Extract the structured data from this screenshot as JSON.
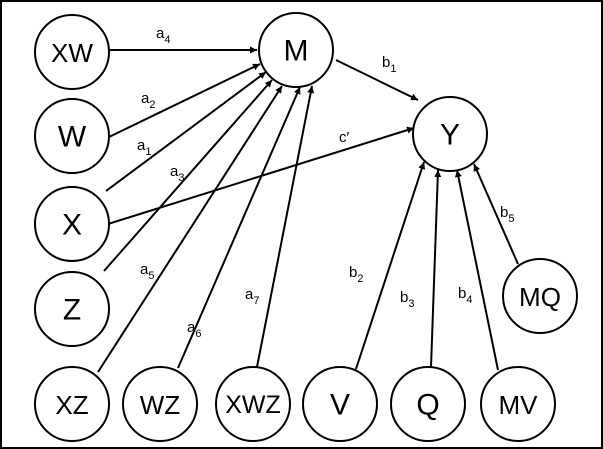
{
  "diagram": {
    "nodes": {
      "XW": "XW",
      "M": "M",
      "W": "W",
      "Y": "Y",
      "X": "X",
      "Z": "Z",
      "MQ": "MQ",
      "XZ": "XZ",
      "WZ": "WZ",
      "XWZ": "XWZ",
      "V": "V",
      "Q": "Q",
      "MV": "MV"
    },
    "edges": [
      {
        "from": "XW",
        "to": "M",
        "label": "a",
        "sub": "4"
      },
      {
        "from": "W",
        "to": "M",
        "label": "a",
        "sub": "2"
      },
      {
        "from": "X",
        "to": "M",
        "label": "a",
        "sub": "1"
      },
      {
        "from": "Z",
        "to": "M",
        "label": "a",
        "sub": "3"
      },
      {
        "from": "XZ",
        "to": "M",
        "label": "a",
        "sub": "5"
      },
      {
        "from": "WZ",
        "to": "M",
        "label": "a",
        "sub": "6"
      },
      {
        "from": "XWZ",
        "to": "M",
        "label": "a",
        "sub": "7"
      },
      {
        "from": "M",
        "to": "Y",
        "label": "b",
        "sub": "1"
      },
      {
        "from": "X",
        "to": "Y",
        "label": "c′",
        "sub": ""
      },
      {
        "from": "V",
        "to": "Y",
        "label": "b",
        "sub": "2"
      },
      {
        "from": "Q",
        "to": "Y",
        "label": "b",
        "sub": "3"
      },
      {
        "from": "MV",
        "to": "Y",
        "label": "b",
        "sub": "4"
      },
      {
        "from": "MQ",
        "to": "Y",
        "label": "b",
        "sub": "5"
      }
    ]
  }
}
